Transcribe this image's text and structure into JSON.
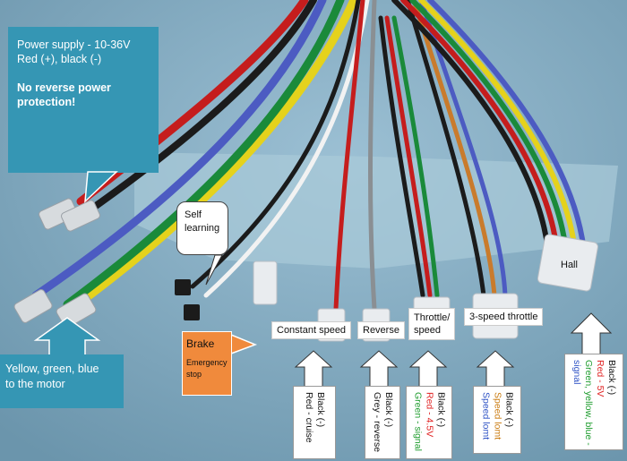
{
  "callouts": {
    "power": {
      "line1": "Power supply - 10-36V",
      "line2": "Red (+), black (-)",
      "warning_line1": "No reverse power",
      "warning_line2": "protection!"
    },
    "motor": {
      "line1": "Yellow, green, blue",
      "line2": "to the motor"
    },
    "self_learning": {
      "line1": "Self",
      "line2": "learning"
    },
    "brake": {
      "title": "Brake",
      "sub1": "Emergency",
      "sub2": "stop"
    }
  },
  "labels": {
    "constant_speed": "Constant speed",
    "reverse": "Reverse",
    "throttle_line1": "Throttle/",
    "throttle_line2": "speed",
    "three_speed": "3-speed throttle",
    "hall": "Hall"
  },
  "pinouts": {
    "cruise": [
      {
        "text": "Black (-)",
        "color": "#111111"
      },
      {
        "text": "Red - cruise",
        "color": "#111111"
      }
    ],
    "reverse": [
      {
        "text": "Black (-)",
        "color": "#111111"
      },
      {
        "text": "Grey - reverse",
        "color": "#111111"
      }
    ],
    "throttle": [
      {
        "text": "Black (-)",
        "color": "#111111"
      },
      {
        "text": "Red - 4.5V",
        "color": "#e02020"
      },
      {
        "text": "Green - signal",
        "color": "#1a9a2a"
      }
    ],
    "three_speed": [
      {
        "text": "Black (-)",
        "color": "#111111"
      },
      {
        "text": "Speed lomt",
        "color": "#c9780a"
      },
      {
        "text": "Speed lomt",
        "color": "#2a4fc4"
      }
    ],
    "hall": [
      {
        "text": "Black (-)",
        "color": "#111111"
      },
      {
        "text": "Red - 5V",
        "color": "#e02020"
      },
      {
        "text": "Green, yellow, blue -",
        "color": "#1a9a2a"
      },
      {
        "text": "signal",
        "color": "#2a4fc4"
      }
    ]
  },
  "colors": {
    "callout_teal": "#3596b4",
    "brake_orange": "#f08a3c",
    "background_blue": "#7fa9bf"
  }
}
